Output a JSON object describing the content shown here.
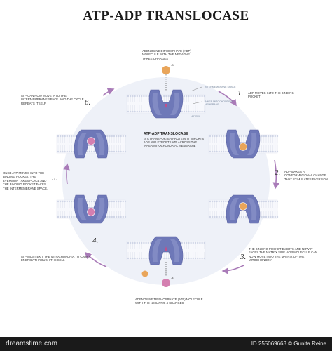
{
  "title": "ATP-ADP TRANSLOCASE",
  "center": {
    "heading": "ATP-ADP TRANSLOCASE",
    "body": "is a transporter protein. It imports ADP and exports ATP across the inner mitochondrial membrane"
  },
  "molecules": {
    "adp_label": "Adenosine diphosphate (ADP) molecule with the negative three charges",
    "adp_charge": "-3",
    "atp_label": "Adenosine triphosphate (ATP) molecule with the negative 4 charges",
    "atp_charge": "-4"
  },
  "membrane_captions": {
    "intermembrane": "Intermembrane space",
    "inner_membrane": "Inner mitochondrial membrane",
    "matrix": "Matrix"
  },
  "steps": [
    {
      "num": "1.",
      "text": "ADP moves into the binding pocket"
    },
    {
      "num": "2.",
      "text": "ADP makes a conformational change that stimulates eversion"
    },
    {
      "num": "3.",
      "text": "The binding pocket everts and now it faces the matrix side. ADP molecule can now move into the matrix of the mitochondria"
    },
    {
      "num": "4.",
      "text": "ATP must exit the mitochondria to carry energy through the cell"
    },
    {
      "num": "5.",
      "text": "Once ATP moves into the binding pocket, the eversion takes place and the binding pocket faces the intermembrane space."
    },
    {
      "num": "6.",
      "text": "ATP can now move into the intermembrane space. And the cycle repeats itself"
    }
  ],
  "footer": {
    "left": "dreamstime.com",
    "right": "ID 255069663 © Gunita Reine"
  },
  "colors": {
    "protein": "#6e78b8",
    "protein_light": "#8f98cc",
    "circle": "#eef1f8",
    "arrow": "#a97bb8",
    "adp": "#e9a55a",
    "atp": "#d47fb0"
  }
}
